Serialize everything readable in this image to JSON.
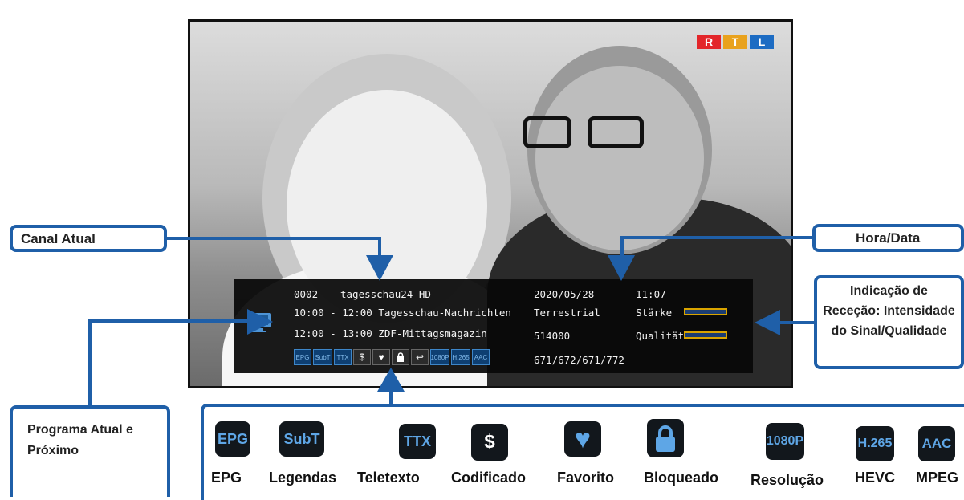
{
  "osd": {
    "channel_number": "0002",
    "channel_name": "tagesschau24 HD",
    "date": "2020/05/28",
    "time": "11:07",
    "now_program": "10:00 - 12:00  Tagesschau-Nachrichten",
    "next_program": "12:00 - 13:00  ZDF-Mittagsmagazin",
    "network": "Terrestrial",
    "frequency": "514000",
    "pids": "671/672/671/772",
    "strength_label": "Stärke",
    "quality_label": "Qualität",
    "strength_level": 1.0,
    "quality_level": 1.0,
    "icons": [
      "EPG",
      "SubT",
      "TTX",
      "$",
      "♥",
      "🔒",
      "↩",
      "1080P",
      "H.265",
      "AAC"
    ]
  },
  "logo": {
    "letters": [
      "R",
      "T",
      "L"
    ],
    "colors": [
      "#e3262a",
      "#e9a21d",
      "#1d6cc3"
    ]
  },
  "callouts": {
    "current_channel": "Canal Atual",
    "time_date": "Hora/Data",
    "reception": "Indicação de Receção: Intensidade do Sinal/Qualidade",
    "programs": "Programa Atual e Próximo"
  },
  "legend": {
    "items": [
      {
        "icon": "EPG",
        "label": "EPG"
      },
      {
        "icon": "SubT",
        "label": "Legendas"
      },
      {
        "icon": "TTX",
        "label": "Teletexto"
      },
      {
        "icon": "$",
        "label": "Codificado"
      },
      {
        "icon": "♥",
        "label": "Favorito"
      },
      {
        "icon": "lock",
        "label": "Bloqueado"
      },
      {
        "icon": "1080P",
        "label": "Resolução"
      },
      {
        "icon": "H.265",
        "label": "HEVC"
      },
      {
        "icon": "AAC",
        "label": "MPEG"
      }
    ]
  },
  "colors": {
    "accent": "#1f5fa8",
    "signal_bar_border": "#d9a400"
  }
}
